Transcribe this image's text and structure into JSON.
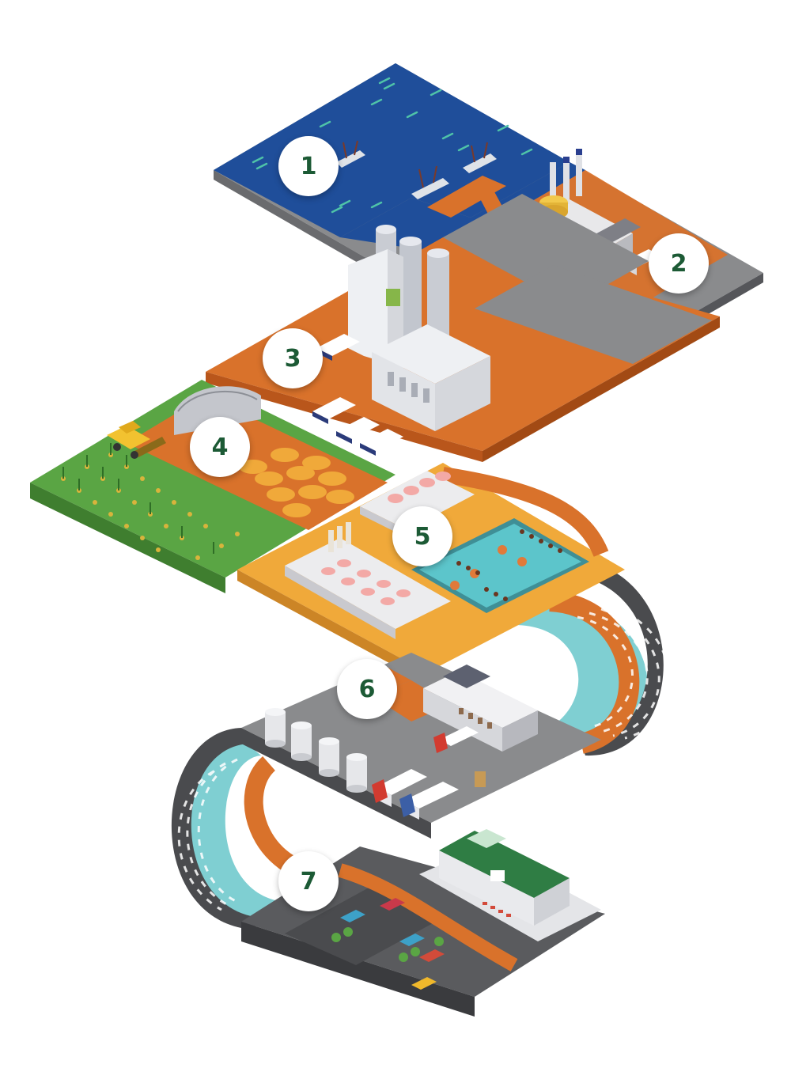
{
  "stages": [
    {
      "number": "1",
      "name": "fishing-sea"
    },
    {
      "number": "2",
      "name": "fish-canning-plant"
    },
    {
      "number": "3",
      "name": "feed-mill"
    },
    {
      "number": "4",
      "name": "crop-field"
    },
    {
      "number": "5",
      "name": "livestock-and-aquaculture"
    },
    {
      "number": "6",
      "name": "processing-and-logistics"
    },
    {
      "number": "7",
      "name": "retail-store"
    }
  ],
  "colors": {
    "sea": "#1f4e9a",
    "orange": "#d9722b",
    "yellow_orange": "#f0a93a",
    "gray": "#8a8b8d",
    "dark_gray": "#5a5b5e",
    "field_green": "#5aa544",
    "teal": "#6ec6c9",
    "store_green": "#2f7d44",
    "badge_text": "#1c5a35"
  },
  "icons": [
    "fishing-boat-icon",
    "factory-icon",
    "silo-icon",
    "truck-icon",
    "harvester-icon",
    "pig-icon",
    "shrimp-icon",
    "storage-tank-icon",
    "store-icon",
    "car-icon"
  ]
}
